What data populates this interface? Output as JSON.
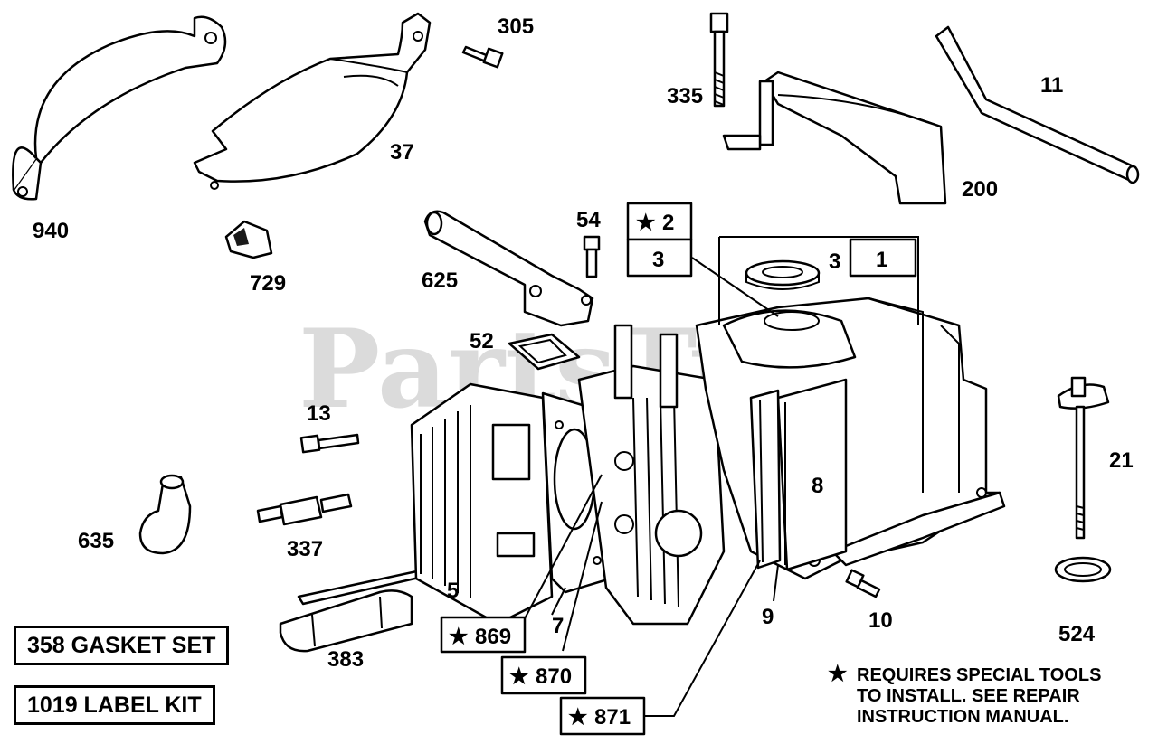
{
  "watermark": "PartsTree",
  "callouts": {
    "p940": "940",
    "p37": "37",
    "p305": "305",
    "p335": "335",
    "p11": "11",
    "p200": "200",
    "p729": "729",
    "p625": "625",
    "p54": "54",
    "p2": "2",
    "p3a": "3",
    "p3b": "3",
    "p1": "1",
    "p52": "52",
    "p13": "13",
    "p21": "21",
    "p8": "8",
    "p635": "635",
    "p337": "337",
    "p5": "5",
    "p9": "9",
    "p10": "10",
    "p524": "524",
    "p383": "383",
    "p7": "7",
    "p869": "869",
    "p870": "870",
    "p871": "871"
  },
  "kits": {
    "gasket_set": "358 GASKET SET",
    "label_kit": "1019 LABEL KIT"
  },
  "note": {
    "symbol": "★",
    "line1": "REQUIRES SPECIAL TOOLS",
    "line2": "TO INSTALL.  SEE REPAIR",
    "line3": "INSTRUCTION MANUAL."
  },
  "star_symbol": "★"
}
